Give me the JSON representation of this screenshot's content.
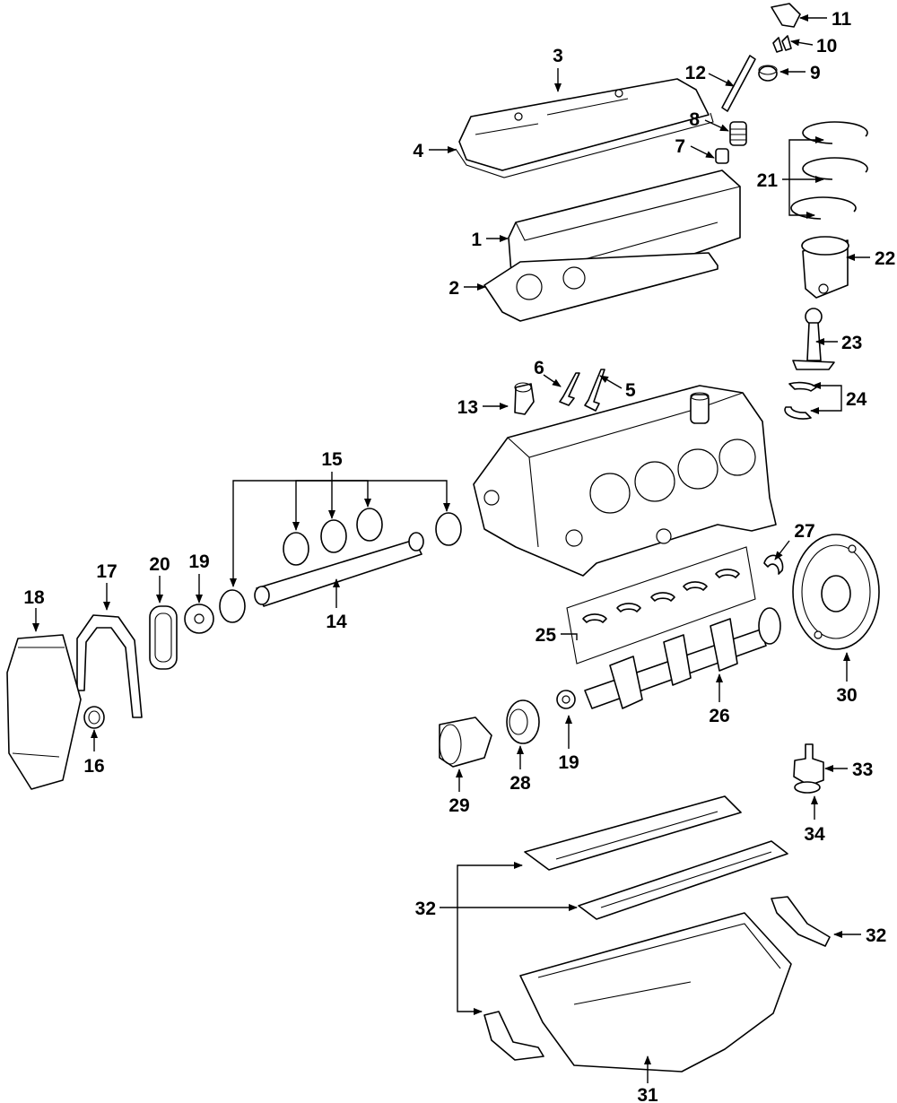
{
  "callouts": {
    "c1": "1",
    "c2": "2",
    "c3": "3",
    "c4": "4",
    "c5": "5",
    "c6": "6",
    "c7": "7",
    "c8": "8",
    "c9": "9",
    "c10": "10",
    "c11": "11",
    "c12": "12",
    "c13": "13",
    "c14": "14",
    "c15": "15",
    "c16": "16",
    "c17": "17",
    "c18": "18",
    "c19a": "19",
    "c19b": "19",
    "c20": "20",
    "c21": "21",
    "c22": "22",
    "c23": "23",
    "c24": "24",
    "c25": "25",
    "c26": "26",
    "c27": "27",
    "c28": "28",
    "c29": "29",
    "c30": "30",
    "c31": "31",
    "c32a": "32",
    "c32b": "32",
    "c33": "33",
    "c34": "34"
  },
  "colors": {
    "line": "#000000",
    "background": "#ffffff"
  }
}
